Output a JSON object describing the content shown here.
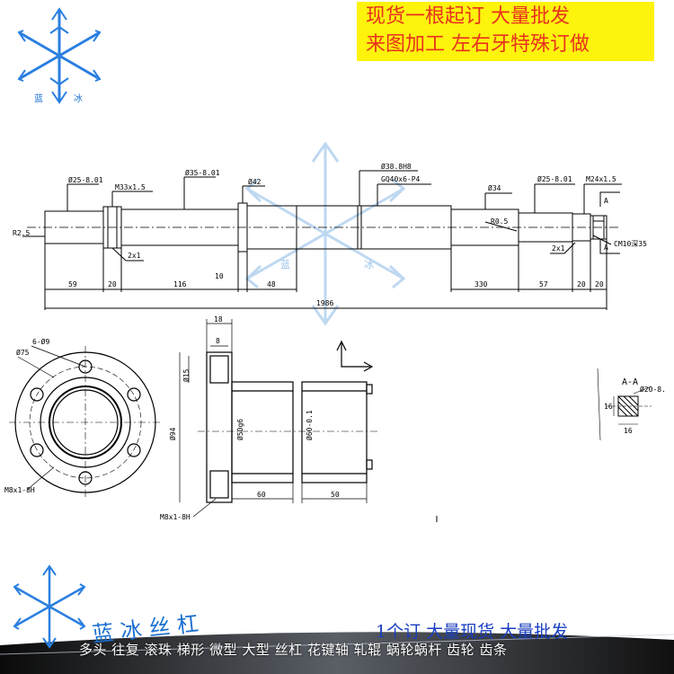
{
  "banner": {
    "line1": "现货一根起订  大量批发",
    "line2": "来图加工  左右牙特殊订做"
  },
  "logo_top": {
    "char1": "蓝",
    "char2": "冰"
  },
  "watermark": {
    "char1": "蓝",
    "char2": "冰"
  },
  "shaft": {
    "labels": {
      "d25_left": "Ø25-8.01",
      "m33": "M33x1.5",
      "d35": "Ø35-8.01",
      "d42": "Ø42",
      "d38": "Ø38.8H8",
      "gq": "GQ40x6-P4",
      "d34": "Ø34",
      "d25_right": "Ø25-8.01",
      "m24": "M24x1.5",
      "r25": "R2.5",
      "r05": "R0.5",
      "ch1": "2x1",
      "ch2": "2x1",
      "section_a1": "A",
      "section_a2": "A",
      "cm10": "CM10深35"
    },
    "dims": [
      "59",
      "20",
      "116",
      "10",
      "48",
      "330",
      "57",
      "20",
      "20"
    ],
    "total": "1986"
  },
  "flange": {
    "holes": "6-Ø9",
    "d75": "Ø75",
    "thread": "M8x1-8H"
  },
  "nut": {
    "d18": "18",
    "d8": "8",
    "d15": "Ø15",
    "d94": "Ø94",
    "d50": "Ø50g6",
    "d60": "Ø60-0.1",
    "len60": "60",
    "len50": "50",
    "thread": "M8x1-8H"
  },
  "section_aa": {
    "title": "A-A",
    "dia": "Ø20-8.",
    "w16a": "16",
    "w16b": "16"
  },
  "logo_bottom": {
    "text": "蓝 冰 丝 杠"
  },
  "footer": {
    "slogan": "1个订  大量现货  大量批发",
    "products": "多头 往复 滚珠 梯形 微型 大型 丝杠 花键轴 轧辊 蜗轮蜗杆 齿轮 齿条"
  },
  "colors": {
    "banner_bg": "#fdf30c",
    "banner_text": "#e8321e",
    "logo_blue": "#1a6fcf",
    "slogan_blue": "#1a3fbf"
  }
}
